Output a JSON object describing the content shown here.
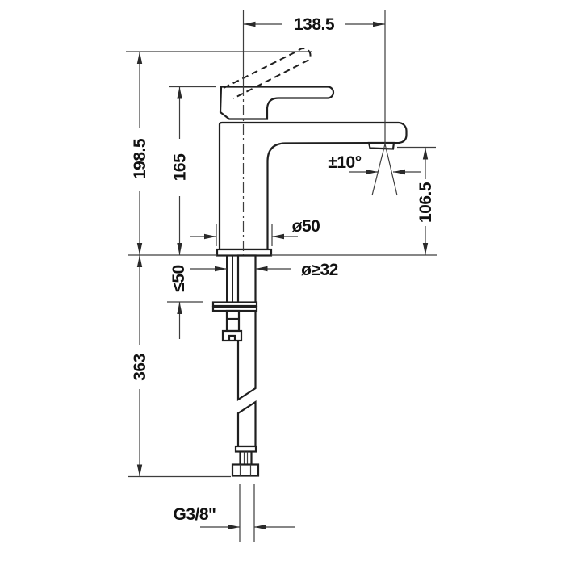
{
  "drawing": {
    "title": "single-lever basin mixer — dimensional side view",
    "background_color": "#ffffff",
    "line_color": "#1f1f1f",
    "labels": {
      "spout_reach": "138.5",
      "total_height": "198.5",
      "body_height": "165",
      "deck_thickness_max": "≤50",
      "below_deck_length": "363",
      "base_diameter": "ø50",
      "hole_diameter_min": "ø≥32",
      "spout_swivel": "±10°",
      "spout_height": "106.5",
      "connection_thread": "G3/8\""
    }
  }
}
